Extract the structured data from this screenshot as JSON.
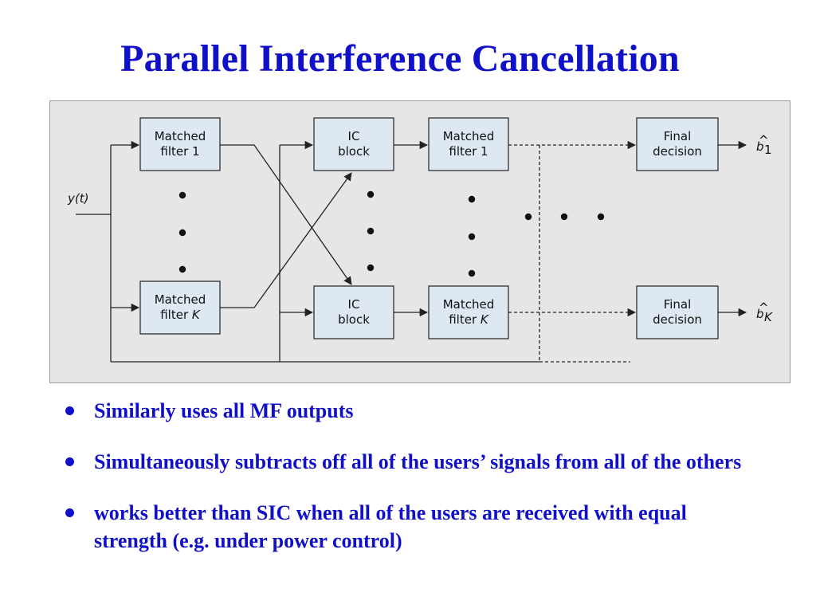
{
  "title": "Parallel Interference Cancellation",
  "diagram": {
    "input_label": "y(t)",
    "matched_filter_1": [
      "Matched",
      "filter 1"
    ],
    "matched_filter_k": [
      "Matched",
      "filter K"
    ],
    "ic_block": [
      "IC",
      "block"
    ],
    "final_decision": [
      "Final",
      "decision"
    ],
    "output_1_base": "b",
    "output_1_sub": "1",
    "output_k_base": "b",
    "output_k_sub": "K"
  },
  "bullets": [
    "Similarly uses all MF outputs",
    "Simultaneously subtracts off all of the users’ signals from all of the others",
    "works better than SIC when all of the users are received with equal strength (e.g. under power control)"
  ]
}
